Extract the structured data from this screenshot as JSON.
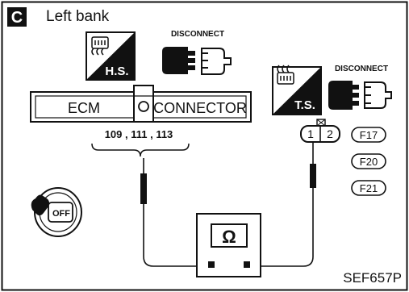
{
  "header": {
    "box_letter": "C",
    "title": "Left bank"
  },
  "connectors": {
    "ecm": {
      "label_left": "ECM",
      "label_right": "CONNECTOR",
      "pins": "109 , 111 , 113",
      "badge": "H.S.",
      "action": "DISCONNECT"
    },
    "sensor": {
      "badge": "T.S.",
      "action": "DISCONNECT",
      "pin_1": "1",
      "pin_2": "2",
      "codes": [
        "F17",
        "F20",
        "F21"
      ]
    }
  },
  "ignition": {
    "label": "OFF"
  },
  "meter": {
    "symbol": "Ω"
  },
  "figure_id": "SEF657P",
  "colors": {
    "ink": "#111111",
    "paper": "#ffffff"
  },
  "icons": [
    "harness-side-connector-icon",
    "terminal-side-connector-icon",
    "disconnect-plug-icon",
    "ignition-key-icon",
    "ohmmeter-icon"
  ]
}
